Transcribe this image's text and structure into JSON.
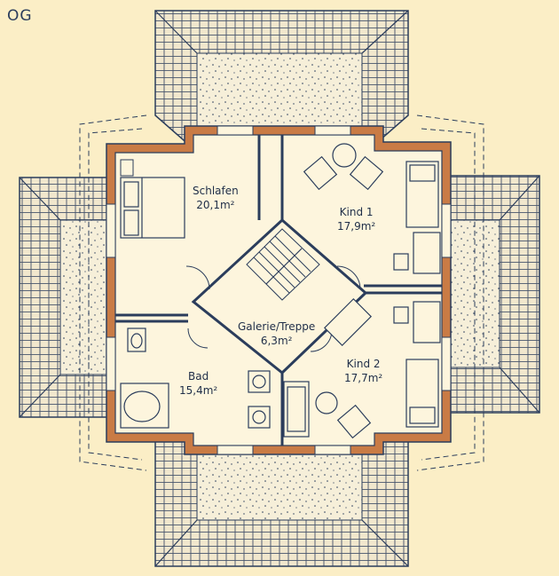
{
  "floor": "OG",
  "rooms": [
    {
      "name": "Schlafen",
      "area": "20,1m²"
    },
    {
      "name": "Kind 1",
      "area": "17,9m²"
    },
    {
      "name": "Galerie/Treppe",
      "area": "6,3m²"
    },
    {
      "name": "Bad",
      "area": "15,4m²"
    },
    {
      "name": "Kind 2",
      "area": "17,7m²"
    }
  ],
  "colors": {
    "background": "#fbeec6",
    "line": "#2b3d5c",
    "wall": "#c97b45",
    "floor": "#fdf5dd",
    "roof_fill": "#f3ead1"
  }
}
